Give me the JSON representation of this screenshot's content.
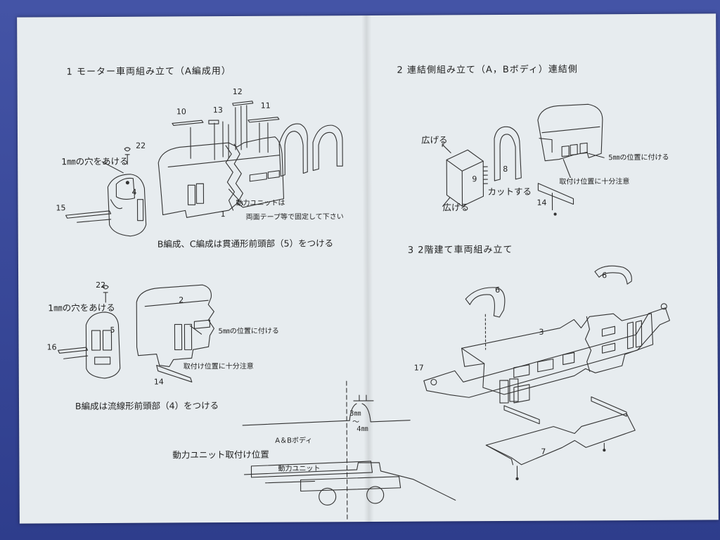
{
  "section1": {
    "heading": "1 モーター車両組み立て（A編成用）",
    "hole_note": "1㎜の穴をあける",
    "unit_note_1": "動力ユニットは",
    "unit_note_2": "両面テープ等で固定して下さい",
    "parts": {
      "p10": "10",
      "p12": "12",
      "p13": "13",
      "p11": "11",
      "p22": "22",
      "p4": "4",
      "p15": "15",
      "p1": "1"
    },
    "b_c_note": "B編成、C編成は貫通形前頭部（5）をつける"
  },
  "section1b": {
    "hole_note": "1㎜の穴をあける",
    "parts": {
      "p22": "22",
      "p5": "5",
      "p16": "16",
      "p2": "2",
      "p14": "14"
    },
    "note_5mm": "5㎜の位置に付ける",
    "note_mount": "取付け位置に十分注意",
    "b_note": "B編成は流線形前頭部（4）をつける"
  },
  "section_mount": {
    "dim_1": "3㎜",
    "dim_sep": "〜",
    "dim_2": "4㎜",
    "label_body": "A＆Bボディ",
    "label_position": "動力ユニット取付け位置",
    "label_unit": "動力ユニット"
  },
  "section2": {
    "heading": "2 連結側組み立て（A，Bボディ）連結側",
    "spread_1": "広げる",
    "spread_2": "広げる",
    "cut": "カットする",
    "note_5mm": "5㎜の位置に付ける",
    "note_mount": "取付け位置に十分注意",
    "parts": {
      "p9": "9",
      "p8": "8",
      "p14": "14"
    }
  },
  "section3": {
    "heading": "3 2階建て車両組み立て",
    "parts": {
      "p6a": "6",
      "p6b": "6",
      "p3": "3",
      "p17": "17",
      "p7": "7"
    }
  }
}
